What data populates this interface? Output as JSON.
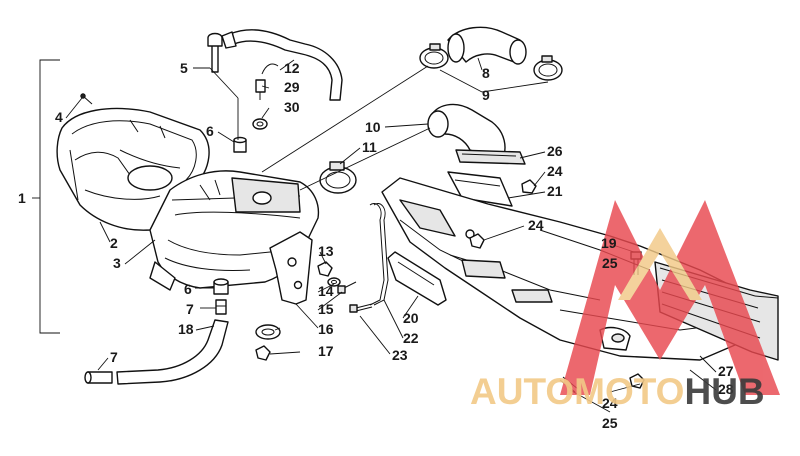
{
  "callouts": {
    "c1": "1",
    "c2": "2",
    "c3": "3",
    "c4": "4",
    "c5": "5",
    "c6a": "6",
    "c6b": "6",
    "c7a": "7",
    "c7b": "7",
    "c8": "8",
    "c9": "9",
    "c10": "10",
    "c11": "11",
    "c12": "12",
    "c13": "13",
    "c14": "14",
    "c15": "15",
    "c16": "16",
    "c17": "17",
    "c18": "18",
    "c19": "19",
    "c20": "20",
    "c21": "21",
    "c22": "22",
    "c23": "23",
    "c24a": "24",
    "c24b": "24",
    "c24c": "24",
    "c25a": "25",
    "c25b": "25",
    "c26": "26",
    "c27": "27",
    "c28": "28",
    "c29": "29",
    "c30": "30"
  },
  "watermark": {
    "text_part1": "AUTOMOTO",
    "text_part2": "HUB",
    "colors": {
      "primary": "#e8484f",
      "secondary": "#f2c987",
      "dark": "#3a3a3a"
    }
  }
}
